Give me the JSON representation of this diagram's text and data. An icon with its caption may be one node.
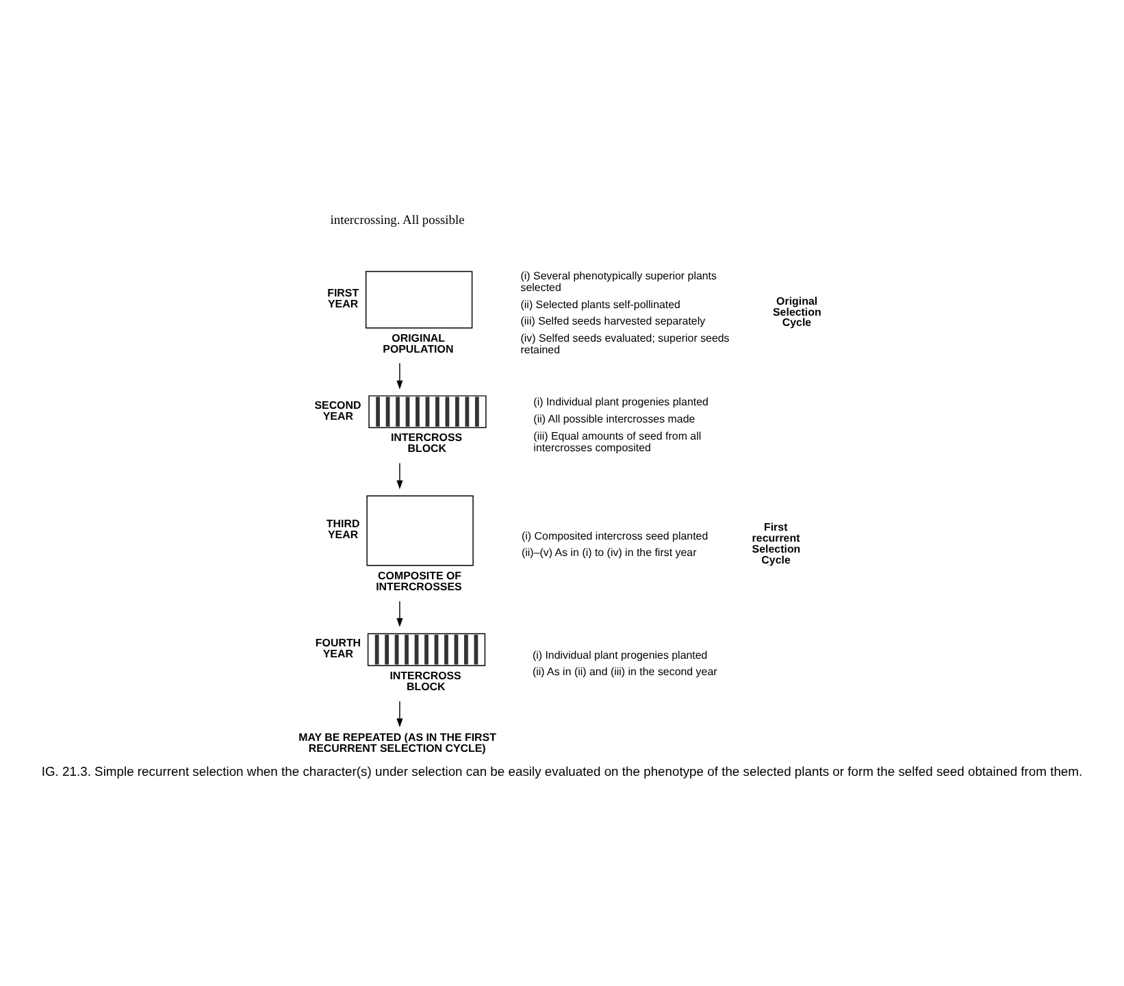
{
  "diagram": {
    "caption": "IG. 21.3. Simple recurrent selection when the character(s) under selection can be easily evaluated on the phenotype of the selected plants or form the selfed seed obtained from them.",
    "nodes": [
      {
        "text": [
          "ORIGINAL POPULATION"
        ],
        "beside": [
          "FIRST YEAR"
        ]
      },
      {
        "text": [
          "INTERCROSS BLOCK"
        ],
        "beside": [
          "SECOND YEAR"
        ]
      },
      {
        "text": [
          "COMPOSITE OF INTERCROSSES"
        ],
        "beside": [
          "THIRD YEAR"
        ]
      },
      {
        "text": [
          "INTERCROSS BLOCK"
        ],
        "beside": [
          "FOURTH YEAR"
        ]
      },
      {
        "text": [
          "MAY BE REPEATED (AS IN THE FIRST RECURRENT SELECTION CYCLE)"
        ]
      }
    ],
    "edges": [
      {
        "from": 0,
        "to": 1,
        "arrow": "to"
      },
      {
        "from": 1,
        "to": 2,
        "arrow": "to"
      },
      {
        "from": 2,
        "to": 3,
        "arrow": "to"
      },
      {
        "from": 3,
        "to": 4,
        "arrow": "to"
      }
    ],
    "labels": [
      "intercrossing. All possible",
      "(i) Several phenotypically superior plants selected",
      "(ii) Selected plants self-pollinated",
      "(iii) Selfed seeds harvested separately",
      "(iv) Selfed seeds evaluated; superior seeds retained",
      "Original Selection Cycle",
      "(i) Individual plant progenies planted",
      "(ii) All possible intercrosses made",
      "(iii) Equal amounts of seed from all intercrosses composited",
      "(i) Composited intercross seed planted",
      "(ii)–(v) As in (i) to (iv) in the first year",
      "First recurrent Selection Cycle",
      "(i) Individual plant progenies planted",
      "(ii) As in (ii) and (iii) in the second year"
    ]
  }
}
